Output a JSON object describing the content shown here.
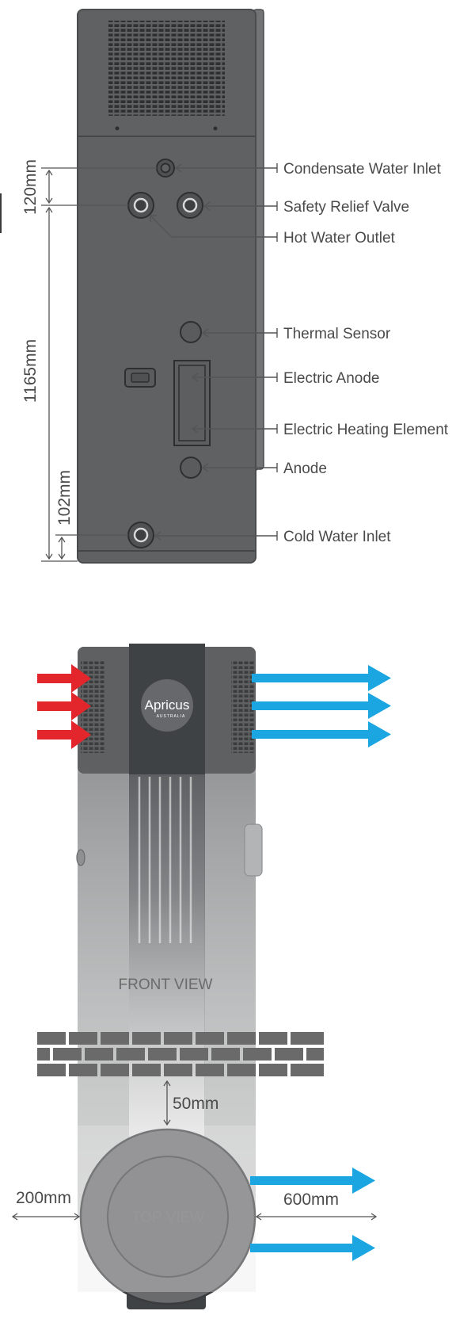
{
  "callouts": [
    {
      "key": "condensate",
      "label": "Condensate Water Inlet"
    },
    {
      "key": "relief",
      "label": "Safety Relief Valve"
    },
    {
      "key": "hot",
      "label": "Hot Water Outlet"
    },
    {
      "key": "thermal",
      "label": "Thermal Sensor"
    },
    {
      "key": "e_anode",
      "label": "Electric Anode"
    },
    {
      "key": "heating",
      "label": "Electric Heating Element"
    },
    {
      "key": "anode",
      "label": "Anode"
    },
    {
      "key": "cold",
      "label": "Cold Water Inlet"
    }
  ],
  "dimensions": {
    "d120": "120mm",
    "d1165": "1165mm",
    "d102": "102mm",
    "d50": "50mm",
    "d200": "200mm",
    "d600": "600mm"
  },
  "views": {
    "front": "FRONT VIEW",
    "top": "TOP VIEW"
  },
  "brand": {
    "name": "Apricus",
    "sub": "AUSTRALIA"
  },
  "colors": {
    "unit": "#5f6062",
    "unit_dark": "#3f4245",
    "hot_arrow": "#e3262b",
    "cool_arrow": "#1ba6e2",
    "brick": "#6a6a6a"
  }
}
